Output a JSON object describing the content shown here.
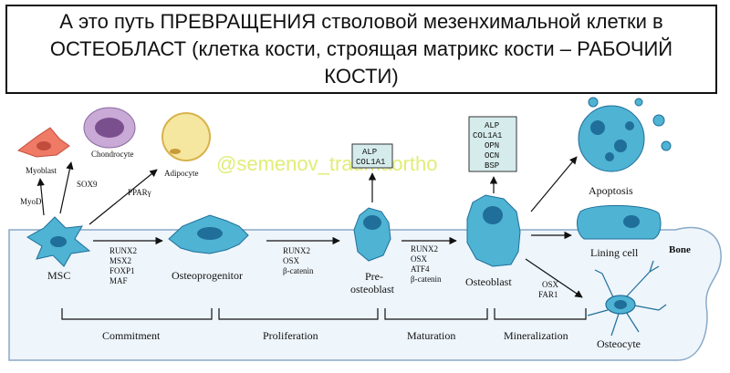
{
  "title": "А это путь ПРЕВРАЩЕНИЯ стволовой мезенхимальной клетки в ОСТЕОБЛАСТ (клетка кости, строящая матрикс кости – РАБОЧИЙ КОСТИ)",
  "watermark": "@semenov_traumaortho",
  "cells": {
    "myoblast": "Myoblast",
    "chondrocyte": "Chondrocyte",
    "adipocyte": "Adipocyte",
    "msc": "MSC",
    "osteoprogenitor": "Osteoprogenitor",
    "preosteoblast_1": "Pre-",
    "preosteoblast_2": "osteoblast",
    "osteoblast": "Osteoblast",
    "apoptosis": "Apoptosis",
    "lining_cell": "Lining cell",
    "osteocyte": "Osteocyte",
    "bone": "Bone"
  },
  "factors": {
    "myod": "MyoD",
    "sox9": "SOX9",
    "ppar": "PPARγ",
    "msc_to_op": [
      "RUNX2",
      "MSX2",
      "FOXP1",
      "MAF"
    ],
    "op_to_pre": [
      "RUNX2",
      "OSX",
      "β-catenin"
    ],
    "pre_to_ob": [
      "RUNX2",
      "OSX",
      "ATF4",
      "β-catenin"
    ],
    "ob_to_oc": [
      "OSX",
      "FAR1"
    ]
  },
  "markers": {
    "preosteoblast": [
      "ALP",
      "COL1A1"
    ],
    "osteoblast": [
      "ALP",
      "COL1A1",
      "OPN",
      "OCN",
      "BSP"
    ]
  },
  "stages": {
    "commitment": "Commitment",
    "proliferation": "Proliferation",
    "maturation": "Maturation",
    "mineralization": "Mineralization"
  },
  "colors": {
    "cell_fill": "#4fb3d3",
    "cell_dark": "#1f6f9a",
    "bone_fill": "#eef5fb",
    "bone_stroke": "#8aa9c7",
    "myoblast_fill": "#ef7a66",
    "chondrocyte_fill": "#c9a9d6",
    "adipocyte_fill": "#f6e7a0",
    "watermark": "#d6e84a"
  }
}
